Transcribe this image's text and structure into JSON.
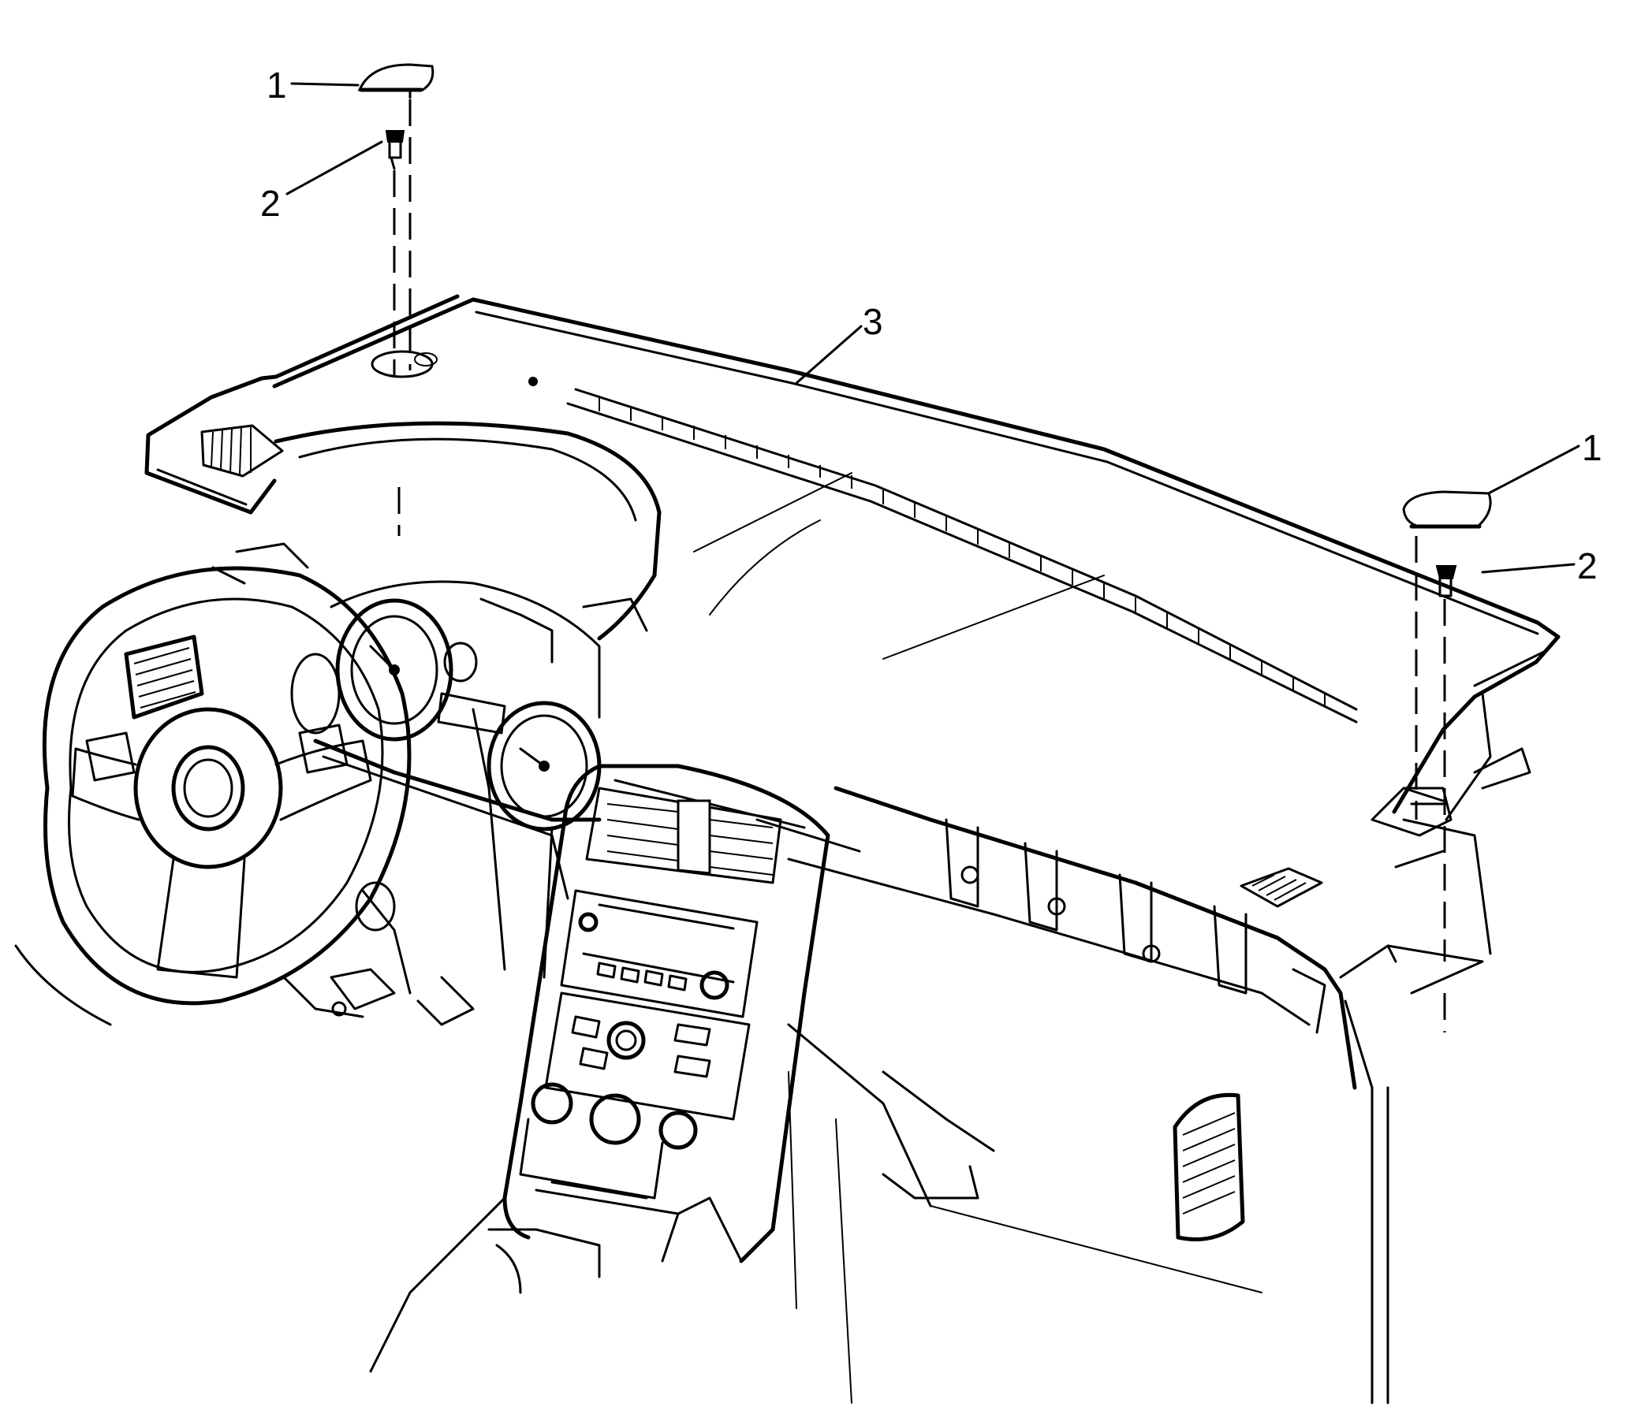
{
  "callouts": {
    "left_cover": "1",
    "left_fastener": "2",
    "panel": "3",
    "right_cover": "1",
    "right_fastener": "2"
  },
  "colors": {
    "line": "#000000",
    "background": "#ffffff"
  }
}
